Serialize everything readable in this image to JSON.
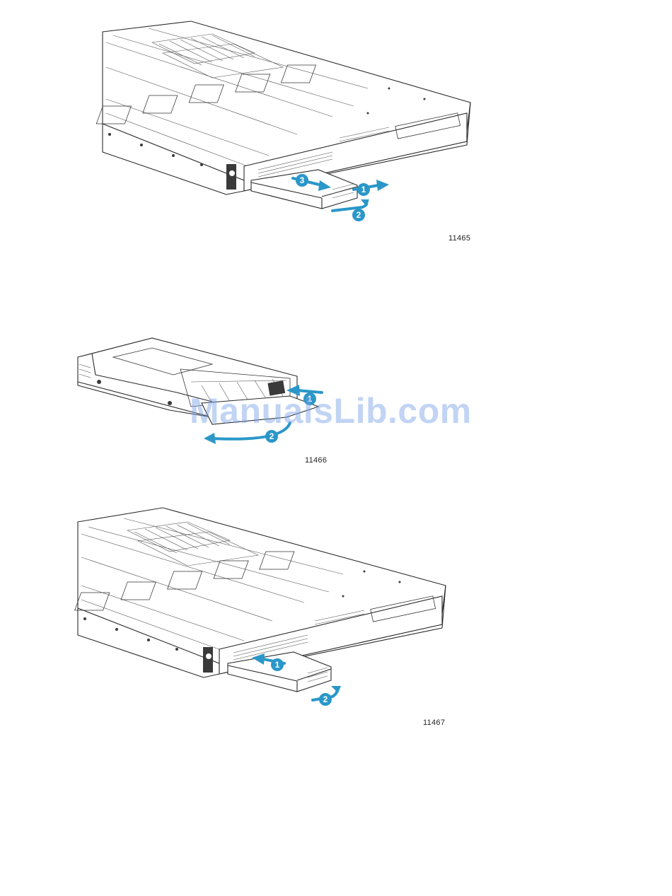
{
  "figures": [
    {
      "id": "11465",
      "steps": [
        "3",
        "1",
        "2"
      ]
    },
    {
      "id": "11466",
      "steps": [
        "1",
        "2"
      ]
    },
    {
      "id": "11467",
      "steps": [
        "1",
        "2"
      ]
    }
  ],
  "watermark": "ManualsLib.com",
  "colors": {
    "callout": "#2a97c8",
    "line": "#2a2a2a",
    "watermark": "#a0bce8"
  }
}
